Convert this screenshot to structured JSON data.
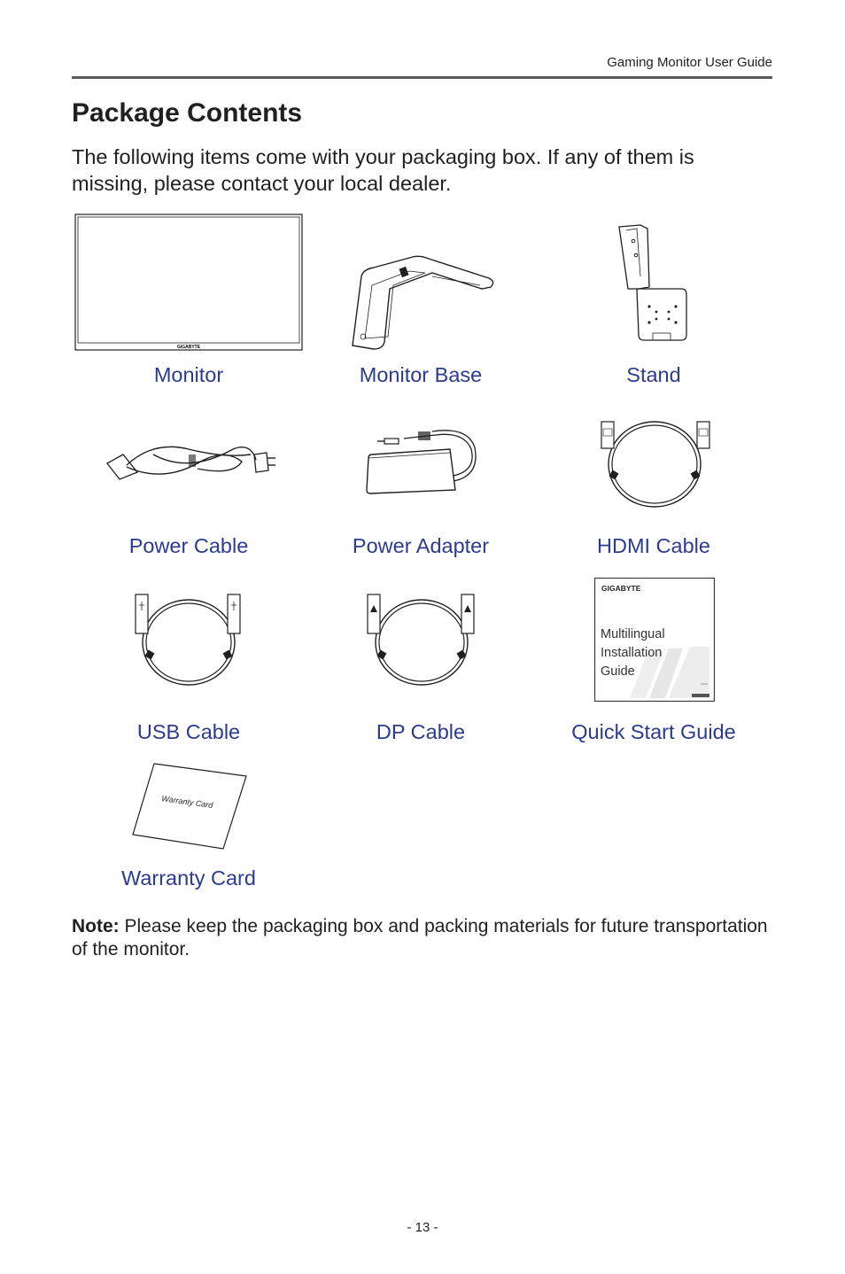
{
  "header": {
    "guide_title": "Gaming Monitor User Guide"
  },
  "page": {
    "title": "Package Contents",
    "intro": "The following items come with your packaging box. If any of them is missing, please contact your local dealer.",
    "items": [
      {
        "label": "Monitor",
        "icon": "monitor-icon"
      },
      {
        "label": "Monitor Base",
        "icon": "monitor-base-icon"
      },
      {
        "label": "Stand",
        "icon": "stand-icon"
      },
      {
        "label": "Power Cable",
        "icon": "power-cable-icon"
      },
      {
        "label": "Power Adapter",
        "icon": "power-adapter-icon"
      },
      {
        "label": "HDMI Cable",
        "icon": "hdmi-cable-icon"
      },
      {
        "label": "USB Cable",
        "icon": "usb-cable-icon"
      },
      {
        "label": "DP Cable",
        "icon": "dp-cable-icon"
      },
      {
        "label": "Quick Start Guide",
        "icon": "quick-start-guide-icon"
      },
      {
        "label": "Warranty Card",
        "icon": "warranty-card-icon"
      }
    ],
    "image_text": {
      "monitor_brand": "GIGABYTE",
      "guide_brand": "GIGABYTE",
      "guide_line_1": "Multilingual",
      "guide_line_2": "Installation",
      "guide_line_3": "Guide",
      "warranty_card_text": "Warranty Card"
    },
    "note_label": "Note:",
    "note_text": " Please keep the packaging box and packing materials for future transportation of the monitor.",
    "page_number": "- 13 -"
  },
  "colors": {
    "label_blue": "#2b3b8f",
    "rule_gray": "#58595b",
    "text": "#231f20"
  }
}
